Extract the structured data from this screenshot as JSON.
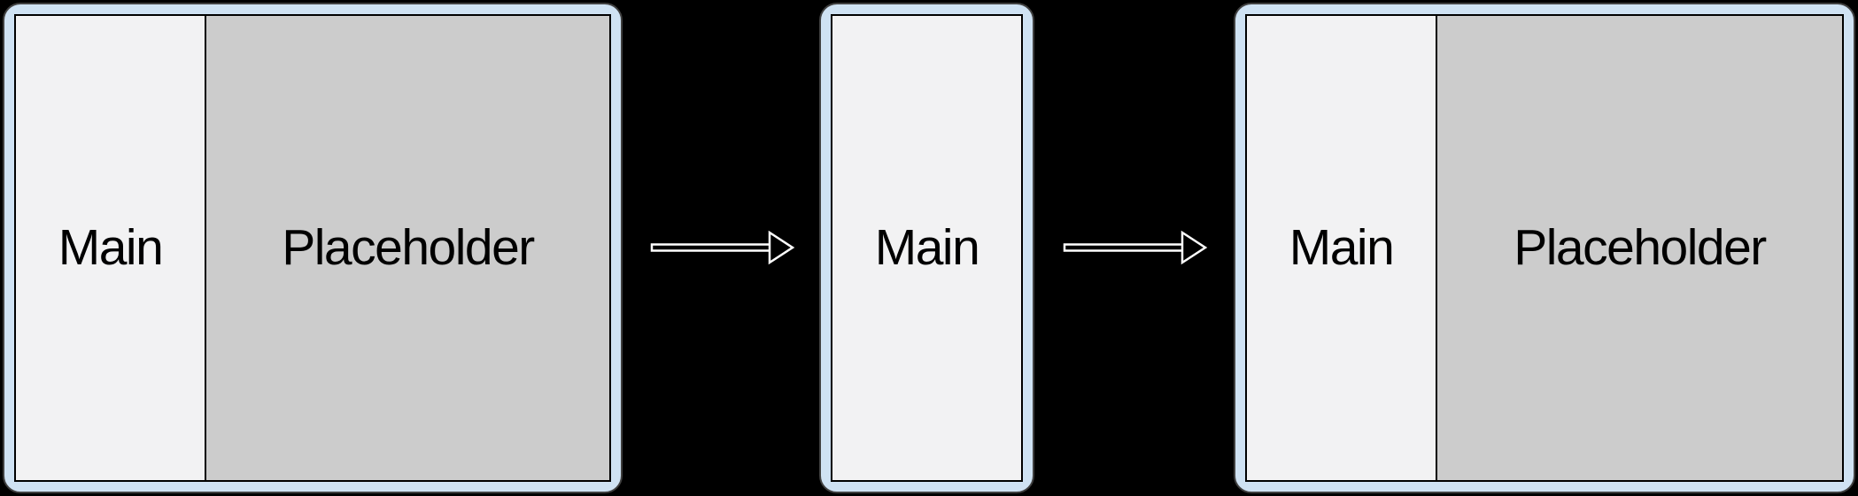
{
  "canvas": {
    "background": "#000000"
  },
  "colors": {
    "frame_fill": "#cfe2f3",
    "frame_stroke": "#404040",
    "pane_border": "#000000",
    "main_fill": "#f2f2f3",
    "placeholder_fill": "#cccccc",
    "text": "#000000",
    "arrow_fill": "#000000",
    "arrow_stroke": "#ffffff"
  },
  "panels": [
    {
      "id": "layout-expanded-start",
      "sections": [
        {
          "label": "Main"
        },
        {
          "label": "Placeholder"
        }
      ]
    },
    {
      "id": "layout-collapsed",
      "sections": [
        {
          "label": "Main"
        }
      ]
    },
    {
      "id": "layout-expanded-end",
      "sections": [
        {
          "label": "Main"
        },
        {
          "label": "Placeholder"
        }
      ]
    }
  ],
  "arrows": [
    {
      "icon": "arrow-right-icon"
    },
    {
      "icon": "arrow-right-icon"
    }
  ]
}
